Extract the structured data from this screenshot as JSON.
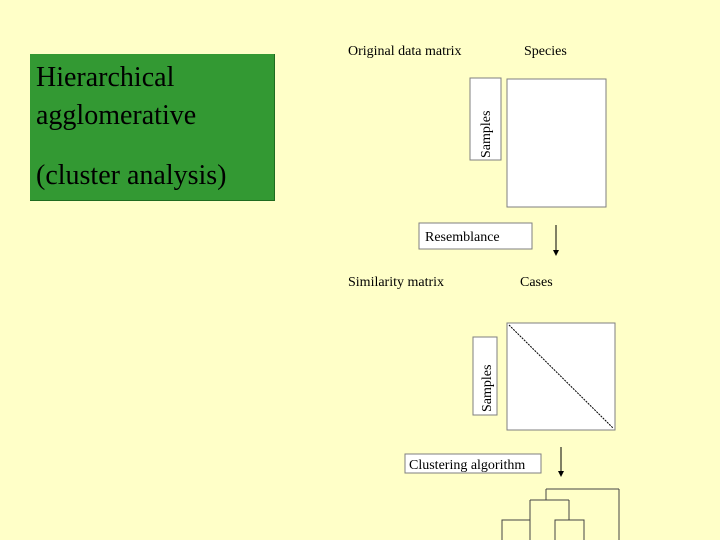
{
  "title_box": {
    "line1": "Hierarchical",
    "line2": "agglomerative",
    "line3": "(cluster analysis)",
    "color": "#339933"
  },
  "diagram": {
    "original_matrix_label": "Original data matrix",
    "species_label": "Species",
    "samples_label_top": "Samples",
    "resemblance_label": "Resemblance",
    "similarity_matrix_label": "Similarity matrix",
    "cases_label": "Cases",
    "samples_label_bottom": "Samples",
    "clustering_label": "Clustering algorithm"
  },
  "colors": {
    "background": "#ffffc8",
    "box_fill": "#ffffff",
    "line": "#000000"
  }
}
